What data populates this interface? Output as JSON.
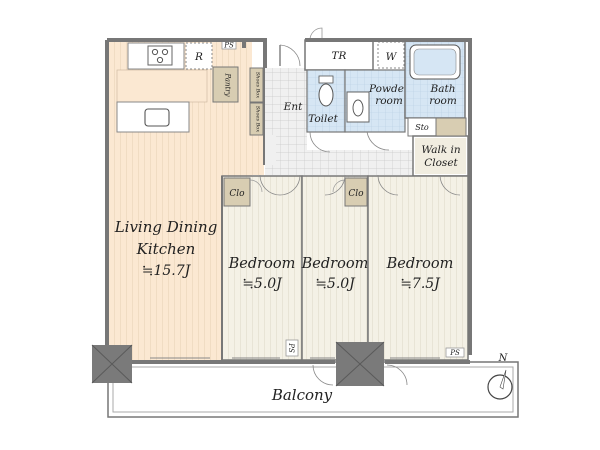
{
  "rooms": {
    "ldk": {
      "line1": "Living Dining",
      "line2": "Kitchen",
      "area": "≒15.7J"
    },
    "bedroom1": {
      "name": "Bedroom",
      "area": "≒5.0J"
    },
    "bedroom2": {
      "name": "Bedroom",
      "area": "≒5.0J"
    },
    "bedroom3": {
      "name": "Bedroom",
      "area": "≒7.5J"
    },
    "entrance": "Ent",
    "toilet": "Toilet",
    "powder": {
      "line1": "Powder",
      "line2": "room"
    },
    "bath": {
      "line1": "Bath",
      "line2": "room"
    },
    "walk_in": {
      "line1": "Walk in",
      "line2": "Closet"
    },
    "storage": "Sto",
    "trunk_room": "TR",
    "washer": "W",
    "fridge": "R",
    "pantry": "Pantry",
    "shoes1": "Shoes Box",
    "shoes2": "Shoes Box",
    "closet1": "Clo",
    "closet2": "Clo",
    "ps1": "PS",
    "ps2": "PS",
    "ps3": "PS",
    "balcony": "Balcony"
  },
  "compass": {
    "label": "N"
  },
  "colors": {
    "wall": "#777777",
    "ldk_floor": "#fbe8d2",
    "bedroom_floor": "#f4f1e6",
    "wet_floor": "#d6e6f4",
    "closet_fill": "#d8cdb2",
    "tile_floor": "#ececec",
    "column": "#7a7a7a"
  }
}
